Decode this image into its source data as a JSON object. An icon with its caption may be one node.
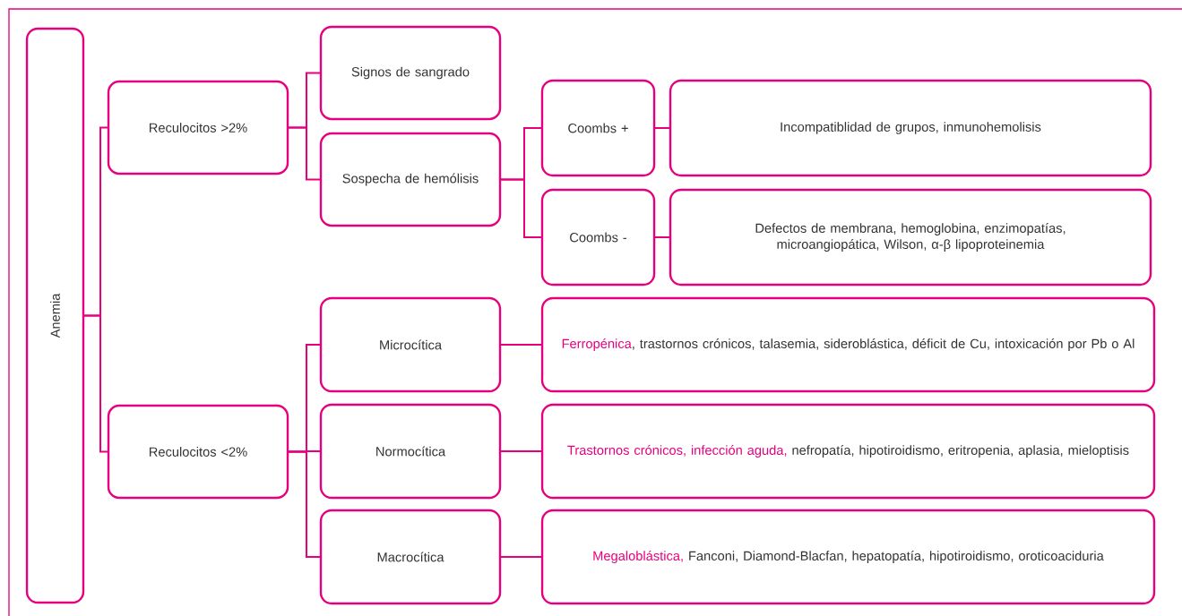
{
  "diagram": {
    "nodes": [
      {
        "text": [
          "Anemia"
        ]
      },
      {
        "text": [
          "Reculocitos >2%"
        ]
      },
      {
        "text": [
          "Signos de sangrado"
        ]
      },
      {
        "text": [
          "Sospecha de hemólisis"
        ]
      },
      {
        "text": [
          "Coombs +"
        ]
      },
      {
        "text": [
          "Incompatiblidad de grupos, inmunohemolisis"
        ]
      },
      {
        "text": [
          "Coombs -"
        ]
      },
      {
        "text": [
          "Defectos de membrana, hemoglobina, enzimopatías, microangiopática, Wilson, α-β lipoproteinemia"
        ]
      },
      {
        "text": [
          "Reculocitos <2%"
        ]
      },
      {
        "text": [
          "Microcítica"
        ]
      },
      {
        "text": [
          "Ferropénica",
          ", trastornos crónicos, talasemia, sideroblástica, déficit de Cu, intoxicación por Pb o Al"
        ]
      },
      {
        "text": [
          "Normocítica"
        ]
      },
      {
        "text": [
          "Trastornos crónicos, infección aguda,",
          "nefropatía, hipotiroidismo, eritropenia, aplasia, mieloptisis"
        ]
      },
      {
        "text": [
          "Macrocítica"
        ]
      },
      {
        "text": [
          "Megaloblástica,",
          "Fanconi, Diamond-Blacfan, hepatopatía, hipotiroidismo, oroticoaciduria"
        ]
      }
    ],
    "edges": [
      {
        "from": 0,
        "to": 1,
        "arrow": "none"
      },
      {
        "from": 0,
        "to": 8,
        "arrow": "none"
      },
      {
        "from": 1,
        "to": 2,
        "arrow": "none"
      },
      {
        "from": 1,
        "to": 3,
        "arrow": "none"
      },
      {
        "from": 3,
        "to": 4,
        "arrow": "none"
      },
      {
        "from": 3,
        "to": 6,
        "arrow": "none"
      },
      {
        "from": 4,
        "to": 5,
        "arrow": "none"
      },
      {
        "from": 6,
        "to": 7,
        "arrow": "none"
      },
      {
        "from": 8,
        "to": 9,
        "arrow": "none"
      },
      {
        "from": 8,
        "to": 11,
        "arrow": "none"
      },
      {
        "from": 8,
        "to": 13,
        "arrow": "none"
      },
      {
        "from": 9,
        "to": 10,
        "arrow": "none"
      },
      {
        "from": 11,
        "to": 12,
        "arrow": "none"
      },
      {
        "from": 13,
        "to": 14,
        "arrow": "none"
      }
    ]
  }
}
